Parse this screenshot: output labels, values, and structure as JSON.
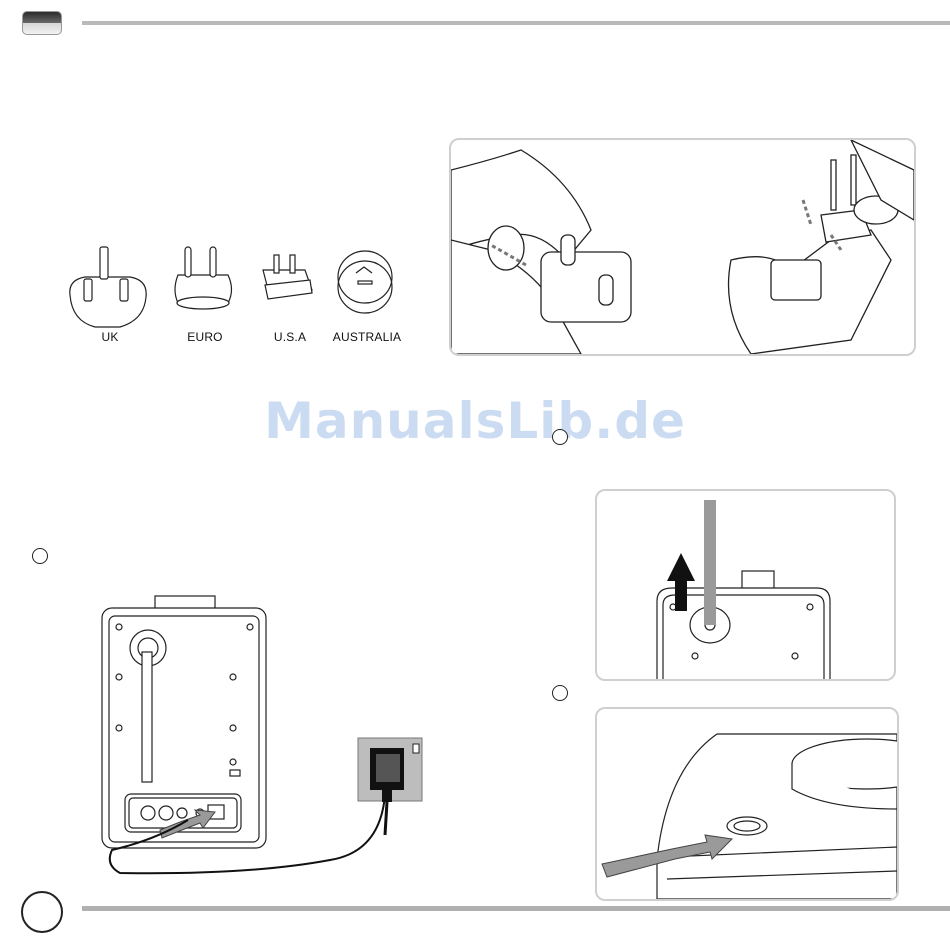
{
  "plugs": [
    {
      "label": "UK",
      "icon": "uk-plug-icon"
    },
    {
      "label": "EURO",
      "icon": "euro-plug-icon"
    },
    {
      "label": "U.S.A",
      "icon": "usa-plug-icon"
    },
    {
      "label": "AUSTRALIA",
      "icon": "australia-plug-icon"
    }
  ],
  "watermark": "ManualsLib.de",
  "colors": {
    "bar": "#b9b9b9",
    "watermark": "#c6d9f1",
    "panel_border": "#cfcfcf"
  }
}
